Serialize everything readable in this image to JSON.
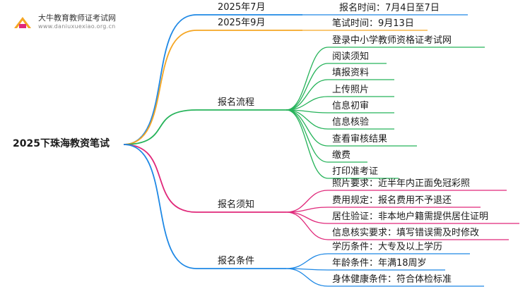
{
  "logo": {
    "name": "大牛教育教师证考试网",
    "url": "www.daniuxuexiao.org.cn"
  },
  "colors": {
    "blue": "#1e88e5",
    "orange": "#f5a623",
    "green": "#26b35a",
    "pink": "#e0287a"
  },
  "mindmap": {
    "root": "2025下珠海教资笔试",
    "branches": [
      {
        "label": "2025年7月",
        "color": "blue",
        "children": [
          "报名时间：7月4日至7日"
        ]
      },
      {
        "label": "2025年9月",
        "color": "orange",
        "children": [
          "笔试时间：9月13日"
        ]
      },
      {
        "label": "报名流程",
        "color": "green",
        "children": [
          "登录中小学教师资格证考试网",
          "阅读须知",
          "填报资料",
          "上传照片",
          "信息初审",
          "信息核验",
          "查看审核结果",
          "缴费",
          "打印准考证"
        ]
      },
      {
        "label": "报名须知",
        "color": "pink",
        "children": [
          "照片要求：近半年内正面免冠彩照",
          "费用规定：报名费用不予退还",
          "居住验证：非本地户籍需提供居住证明",
          "信息核实要求：填写错误需及时修改"
        ]
      },
      {
        "label": "报名条件",
        "color": "blue",
        "children": [
          "学历条件：大专及以上学历",
          "年龄条件：年满18周岁",
          "身体健康条件：符合体检标准"
        ]
      }
    ]
  }
}
